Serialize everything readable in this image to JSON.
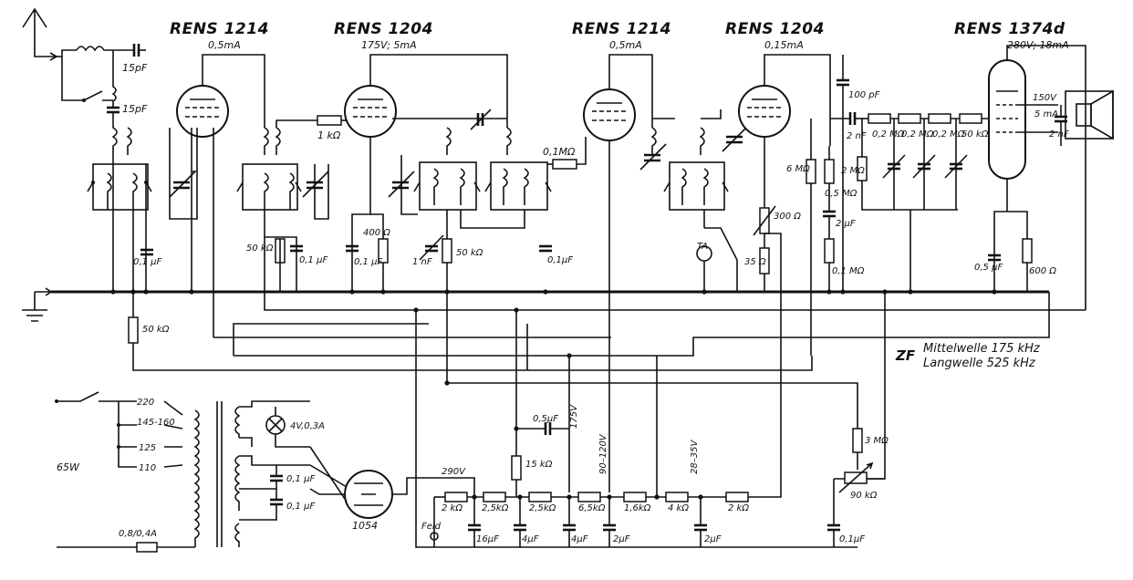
{
  "tubes": [
    {
      "id": "v1",
      "name": "RENS 1214",
      "rating": "0,5mA"
    },
    {
      "id": "v2",
      "name": "RENS 1204",
      "rating": "175V; 5mA"
    },
    {
      "id": "v3",
      "name": "RENS 1214",
      "rating": "0,5mA"
    },
    {
      "id": "v4",
      "name": "RENS 1204",
      "rating": "0,15mA"
    },
    {
      "id": "v5",
      "name": "RENS 1374d",
      "rating": "280V; 18mA"
    }
  ],
  "rectifier": "1054",
  "components": {
    "ant_c1": "15pF",
    "ant_c2": "15pF",
    "r_1k": "1 kΩ",
    "r_01m": "0,1MΩ",
    "c_100pf": "100 pF",
    "c_2nf_a": "2 nF",
    "r_02m_a": "0,2 MΩ",
    "r_02m_b": "0,2 MΩ",
    "r_02m_c": "0,2 MΩ",
    "r_50k_top": "50 kΩ",
    "v_150": "150V",
    "i_5ma": "5 mA",
    "c_2nf_b": "2 nF",
    "r_2m": "2 MΩ",
    "r_6m": "6 MΩ",
    "r_05m": "0,5 MΩ",
    "c_2uf": "2 µF",
    "r_01m_v": "0,1 MΩ",
    "c_01uf_1": "0,1 µF",
    "r_50k_1": "50 kΩ",
    "c_01uf_2": "0,1 µF",
    "r_400": "400 Ω",
    "c_01uf_3": "0,1 µF",
    "c_1nf": "1 nF",
    "r_50k_2": "50 kΩ",
    "c_01uf_4": "0,1µF",
    "ta": "TA",
    "r_300": "300 Ω",
    "r_35": "35 Ω",
    "c_05uf": "0,5 µF",
    "r_600": "600 Ω",
    "r_50k_bias": "50 kΩ",
    "zf_label": "ZF",
    "zf_mw": "Mittelwelle 175 kHz",
    "zf_lw": "Langwelle 525 kHz",
    "tap_220": "220",
    "tap_160": "145-160",
    "tap_125": "125",
    "tap_110": "110",
    "power": "65W",
    "fuse": "0,8/0,4A",
    "lamp": "4V,0,3A",
    "c_01uf_t1": "0,1 µF",
    "c_01uf_t2": "0,1 µF",
    "v_290": "290V",
    "r_2k_a": "2 kΩ",
    "r_25k_a": "2,5kΩ",
    "r_25k_b": "2,5kΩ",
    "r_65k": "6,5kΩ",
    "r_16k": "1,6kΩ",
    "r_4k": "4 kΩ",
    "r_2k_b": "2 kΩ",
    "feld": "Feld",
    "c_16uf": "16µF",
    "c_4uf_a": "4µF",
    "c_4uf_b": "4µF",
    "c_2uf_a": "2µF",
    "c_2uf_b": "2µF",
    "c_01uf_end": "0,1µF",
    "r_15k": "15 kΩ",
    "c_05uf_175": "0,5µF",
    "v_175": "175V",
    "v_90_120": "90–120V",
    "v_28_35": "28–35V",
    "r_3m": "3 MΩ",
    "r_90k": "90 kΩ"
  }
}
